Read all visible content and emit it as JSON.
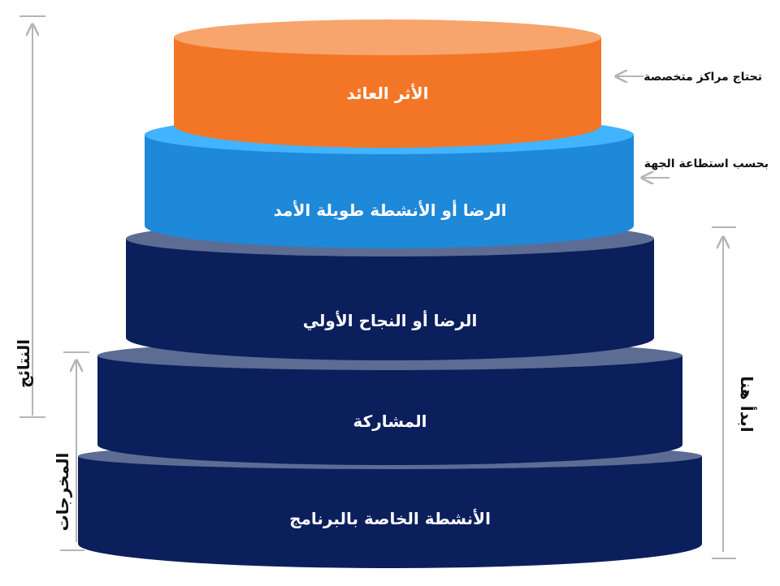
{
  "tiers": [
    {
      "label": "الأنشطة الخاصة بالبرنامج",
      "color": "#0b1f5c"
    },
    {
      "label": "المشاركة",
      "color": "#0b1f5c"
    },
    {
      "label": "الرضا أو النجاح الأولي",
      "color": "#0b1f5c"
    },
    {
      "label": "الرضا أو الأنشطة طويلة الأمد",
      "color": "#1e88d9"
    },
    {
      "label": "الأثر العائد",
      "color": "#f37626"
    }
  ],
  "notes": {
    "top": "تحتاج مراكز متخصصة",
    "second": "بحسب استطاعة الجهة"
  },
  "axes": {
    "results": "النتائج",
    "outputs": "المخرجات",
    "start_here": "ابدأ هنا"
  },
  "colors": {
    "navy_top": "#5d6c93",
    "blue_top": "#42b3ff",
    "orange_top": "#f7a56c",
    "guide": "#b5b5b5"
  }
}
